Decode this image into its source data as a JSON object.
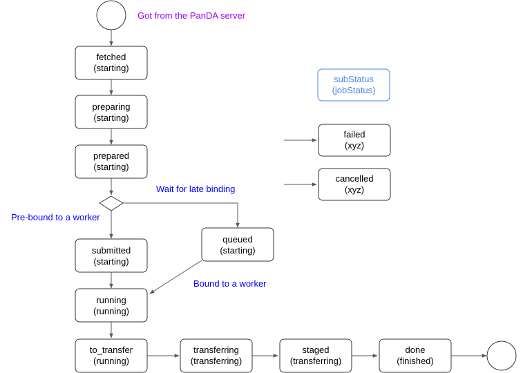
{
  "colors": {
    "node_border": "#333333",
    "edge": "#595959",
    "legend": "#4a86e8",
    "note_purple": "#9900ff",
    "note_blue": "#0000ff"
  },
  "notes": {
    "panda": "Got from the PanDA server",
    "late_binding": "Wait for late binding",
    "pre_bound": "Pre-bound to a worker",
    "bound": "Bound to a worker"
  },
  "legend": {
    "line1": "subStatus",
    "line2": "(jobStatus)"
  },
  "states": {
    "fetched": {
      "name": "fetched",
      "status": "(starting)"
    },
    "preparing": {
      "name": "preparing",
      "status": "(starting)"
    },
    "prepared": {
      "name": "prepared",
      "status": "(starting)"
    },
    "submitted": {
      "name": "submitted",
      "status": "(starting)"
    },
    "queued": {
      "name": "queued",
      "status": "(starting)"
    },
    "running": {
      "name": "running",
      "status": "(running)"
    },
    "to_transfer": {
      "name": "to_transfer",
      "status": "(running)"
    },
    "transferring": {
      "name": "transferring",
      "status": "(transferring)"
    },
    "staged": {
      "name": "staged",
      "status": "(transferring)"
    },
    "done": {
      "name": "done",
      "status": "(finished)"
    },
    "failed": {
      "name": "failed",
      "status": "(xyz)"
    },
    "cancelled": {
      "name": "cancelled",
      "status": "(xyz)"
    }
  }
}
